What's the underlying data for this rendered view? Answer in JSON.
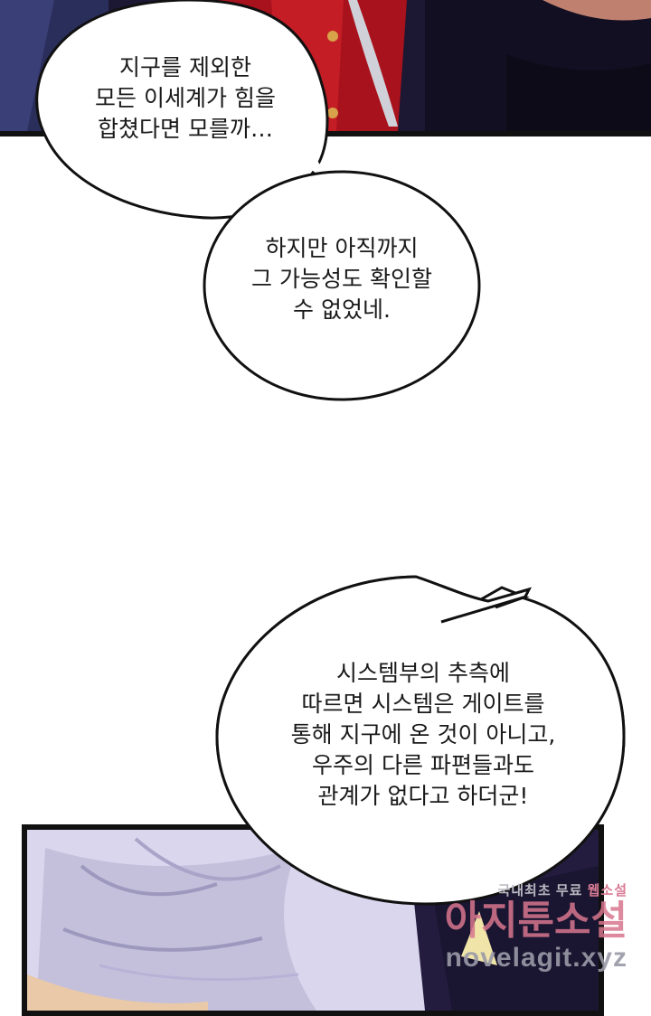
{
  "bubbles": {
    "first": [
      "지구를 제외한",
      "모든 이세계가 힘을",
      "합쳤다면 모를까…"
    ],
    "second": [
      "하지만 아직까지",
      "그 가능성도 확인할",
      "수 없었네."
    ],
    "third": [
      "시스템부의 추측에",
      "따르면 시스템은 게이트를",
      "통해 지구에 온 것이 아니고,",
      "우주의 다른 파편들과도",
      "관계가 없다고 하더군!"
    ]
  },
  "watermark": {
    "tagline_start": "국내최초 무료 ",
    "tagline_accent": "웹소설",
    "brand": "아지툰소설",
    "url": "novelagit.xyz"
  },
  "colors": {
    "panel_dark": "#1a1630",
    "coat_red": "#a8121c",
    "hair_lavender": "#d9d6ee",
    "watermark_pink": "#d8768f"
  }
}
